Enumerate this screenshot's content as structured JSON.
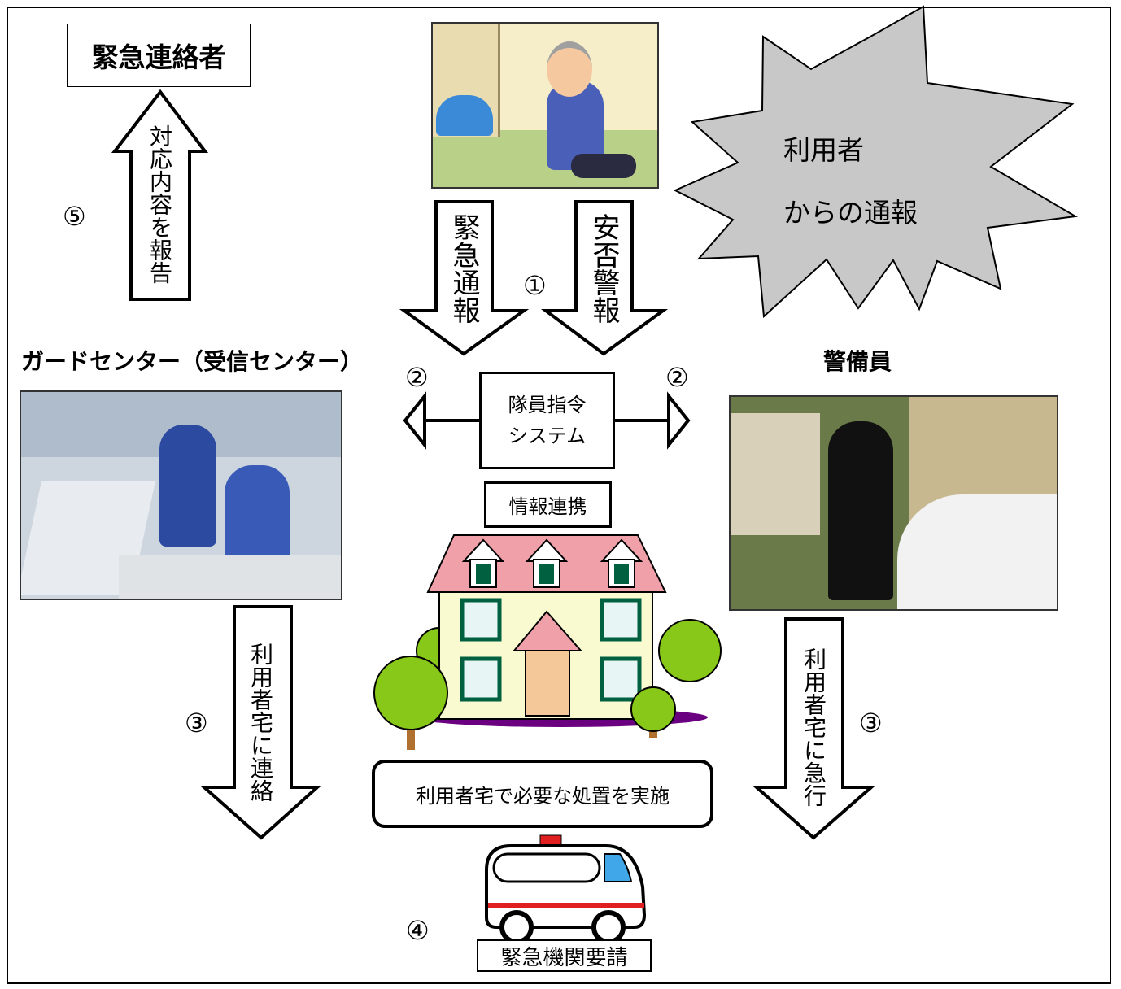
{
  "emergency_contact": "緊急連絡者",
  "report_arrow": "対応内容を報告",
  "step5": "⑤",
  "emergency_call": "緊急通報",
  "step1": "①",
  "safety_alarm": "安否警報",
  "user_report": {
    "line1": "利用者",
    "line2": "からの通報"
  },
  "guard_center": "ガードセンター（受信センター）",
  "guard": "警備員",
  "step2_left": "②",
  "step2_right": "②",
  "dispatch_system": {
    "line1": "隊員指令",
    "line2": "システム"
  },
  "info_link": "情報連携",
  "contact_home": "利用者宅に連絡",
  "rush_home": "利用者宅に急行",
  "step3_left": "③",
  "step3_right": "③",
  "action_at_home": "利用者宅で必要な処置を実施",
  "step4": "④",
  "emergency_request": "緊急機関要請",
  "colors": {
    "burst": "#c8c8c8",
    "roof": "#f0a0a8",
    "house_wall": "#fafad0",
    "tree": "#88c818",
    "trunk": "#b07030",
    "ground": "#6a0080",
    "door": "#f5c89a",
    "window_frame": "#006040",
    "window_glass": "#e8f5f5",
    "ambulance_stripe": "#e02020",
    "ambulance_window": "#40a8e8"
  }
}
